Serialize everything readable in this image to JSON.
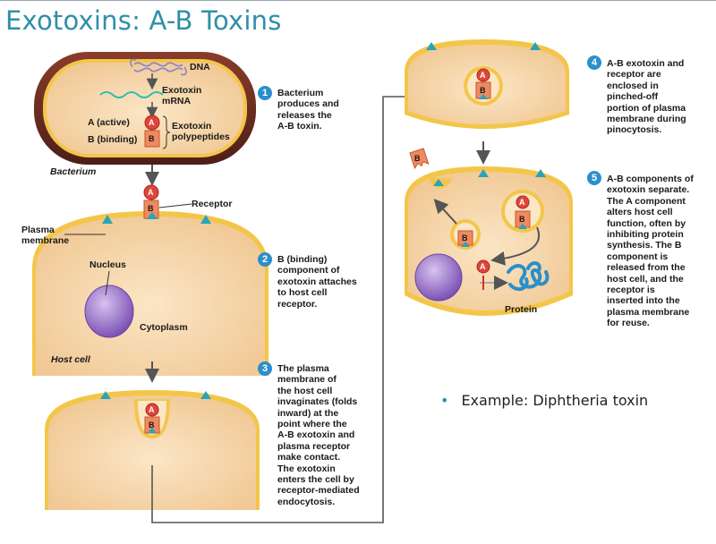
{
  "title": "Exotoxins: A-B Toxins",
  "labels": {
    "dna": "DNA",
    "mrna": "Exotoxin\nmRNA",
    "a_active": "A (active)",
    "b_binding": "B (binding)",
    "polypeptides": "Exotoxin\npolypeptides",
    "bacterium": "Bacterium",
    "receptor": "Receptor",
    "plasma_membrane": "Plasma\nmembrane",
    "nucleus": "Nucleus",
    "cytoplasm": "Cytoplasm",
    "host_cell": "Host cell",
    "protein": "Protein",
    "letter_a": "A",
    "letter_b": "B"
  },
  "steps": [
    {
      "num": "1",
      "text": "Bacterium\nproduces and\nreleases the\nA-B toxin."
    },
    {
      "num": "2",
      "text": "B (binding)\ncomponent of\nexotoxin attaches\nto host cell\nreceptor."
    },
    {
      "num": "3",
      "text": "The plasma\nmembrane of\nthe host cell\ninvaginates (folds\ninward) at the\npoint where the\nA-B exotoxin and\nplasma receptor\nmake contact.\nThe exotoxin\nenters the cell by\nreceptor-mediated\nendocytosis."
    },
    {
      "num": "4",
      "text": "A-B exotoxin and\nreceptor are\nenclosed in\npinched-off\nportion of plasma\nmembrane during\npinocytosis."
    },
    {
      "num": "5",
      "text": "A-B components of\nexotoxin separate.\nThe A component\nalters host cell\nfunction, often by\ninhibiting protein\nsynthesis. The B\ncomponent is\nreleased from the\nhost cell, and the\nreceptor is\ninserted into the\nplasma membrane\nfor reuse."
    }
  ],
  "bullet": "Example: Diphtheria toxin",
  "colors": {
    "title": "#2f8fa8",
    "cytoplasm": "#f7d9ad",
    "membrane": "#f3c64a",
    "bacterium_wall": "#6b2e22",
    "toxin_a": "#e0453a",
    "toxin_b": "#ef8a60",
    "receptor": "#2aa3b8",
    "nucleus": "#9a72c8",
    "step_badge": "#2a8fcc"
  },
  "icons": [
    "dna-coil-icon",
    "mrna-wave-icon",
    "receptor-triangle-icon",
    "protein-coil-icon"
  ]
}
